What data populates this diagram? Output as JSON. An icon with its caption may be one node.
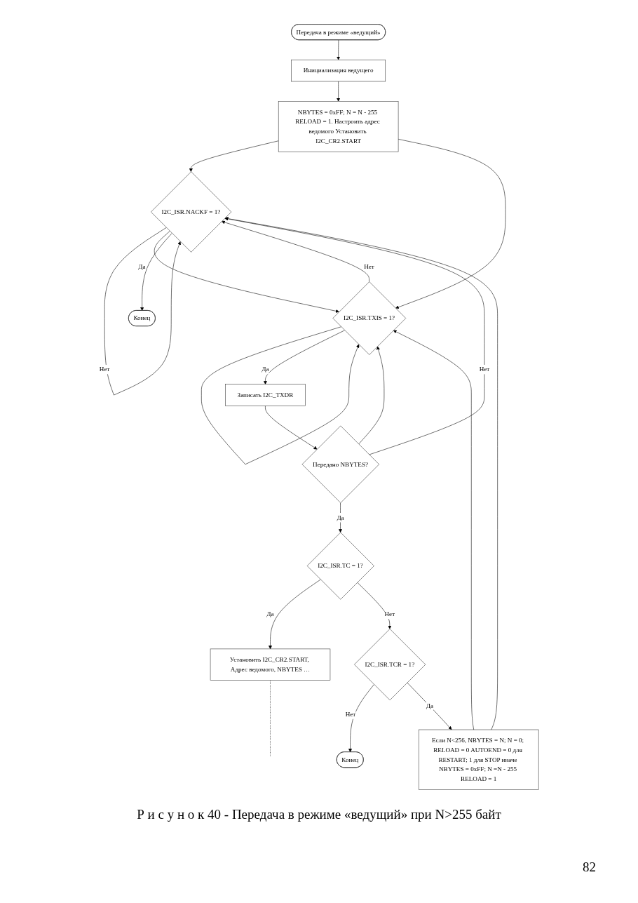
{
  "diagram": {
    "caption": "Р и с у н о к 40 - Передача в режиме «ведущий» при N>255 байт",
    "nodes": [
      {
        "text": [
          "Передача в режиме «ведущий»"
        ]
      },
      {
        "text": [
          "Инициализация ведущего"
        ]
      },
      {
        "text": [
          "NBYTES = 0xFF; N = N - 255 RELOAD = 1. Настроить адрес ведомого Установить I2C_CR2.START"
        ]
      },
      {
        "text": [
          "I2C_ISR.NACKF = 1?"
        ]
      },
      {
        "text": [
          "I2C_ISR.TXIS = 1?"
        ]
      },
      {
        "text": [
          "Конец"
        ]
      },
      {
        "text": [
          "Записать I2C_TXDR"
        ]
      },
      {
        "text": [
          "Передано NBYTES?"
        ]
      },
      {
        "text": [
          "I2C_ISR.TC = 1?"
        ]
      },
      {
        "text": [
          "Установить I2C_CR2.START, Адрес ведомого, NBYTES …"
        ]
      },
      {
        "text": [
          "I2C_ISR.TCR = 1?"
        ]
      },
      {
        "text": [
          "Конец"
        ]
      },
      {
        "text": [
          "Если N<256, NBYTES = N; N = 0; RELOAD = 0 AUTOEND = 0 для RESTART; 1 для STOP иначе NBYTES = 0xFF; N =N - 255 RELOAD = 1"
        ]
      }
    ],
    "edges": [
      {
        "from": 0,
        "to": 1,
        "arrow": "to"
      },
      {
        "from": 1,
        "to": 2,
        "arrow": "to"
      },
      {
        "from": 2,
        "to": 3,
        "arrow": "to"
      },
      {
        "from": 2,
        "to": 4,
        "arrow": "to"
      },
      {
        "from": 3,
        "to": 3,
        "arrow": "to",
        "label": "Нет"
      },
      {
        "from": 3,
        "to": 4,
        "arrow": "to"
      },
      {
        "from": 4,
        "to": 3,
        "arrow": "to",
        "label": "Нет"
      },
      {
        "from": 4,
        "to": 4,
        "arrow": "to"
      },
      {
        "from": 3,
        "to": 5,
        "arrow": "to",
        "label": "Да"
      },
      {
        "from": 4,
        "to": 6,
        "arrow": "to",
        "label": "Да"
      },
      {
        "from": 6,
        "to": 7,
        "arrow": "to"
      },
      {
        "from": 7,
        "to": 3,
        "arrow": "to",
        "label": "Нет"
      },
      {
        "from": 7,
        "to": 4,
        "arrow": "to"
      },
      {
        "from": 7,
        "to": 8,
        "arrow": "to",
        "label": "Да"
      },
      {
        "from": 8,
        "to": 9,
        "arrow": "to",
        "label": "Да"
      },
      {
        "from": 8,
        "to": 10,
        "arrow": "to",
        "label": "Нет"
      },
      {
        "from": 9,
        "to": null,
        "arrow": "none",
        "style": "dashed"
      },
      {
        "from": 10,
        "to": 11,
        "arrow": "to",
        "label": "Нет"
      },
      {
        "from": 10,
        "to": 12,
        "arrow": "to",
        "label": "Да"
      },
      {
        "from": 12,
        "to": 3,
        "arrow": "to"
      },
      {
        "from": 12,
        "to": 4,
        "arrow": "to"
      }
    ],
    "labels": [
      "82"
    ]
  }
}
